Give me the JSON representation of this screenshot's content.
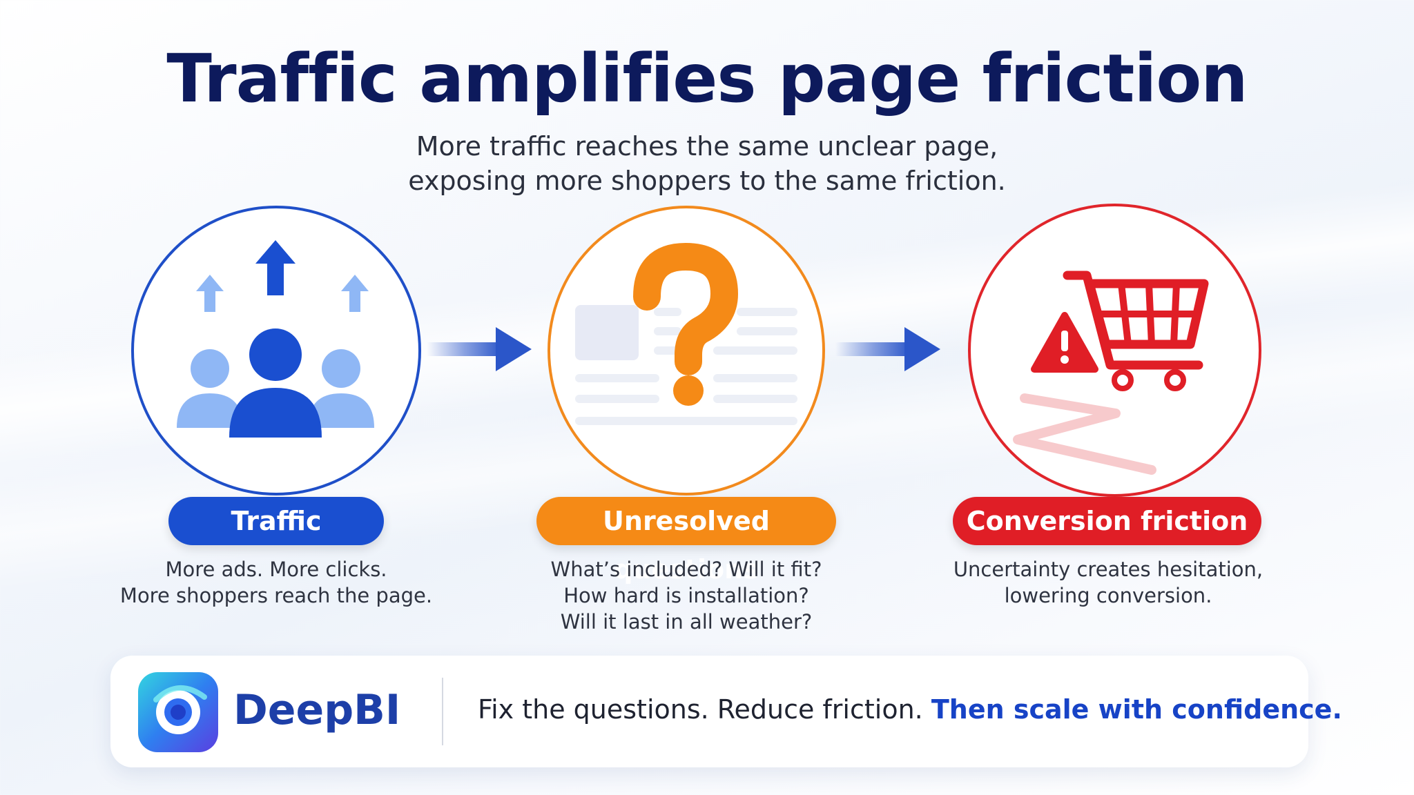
{
  "title": "Traffic amplifies page friction",
  "subtitle": {
    "line1": "More traffic reaches the same unclear page,",
    "line2": "exposing more shoppers to the same friction."
  },
  "steps": [
    {
      "label": "Traffic",
      "color": "#1a4fd0",
      "icon": "people-with-up-arrows-icon",
      "lines": [
        "More ads. More clicks.",
        "More shoppers reach the page."
      ]
    },
    {
      "label": "Unresolved questions",
      "color": "#f58a16",
      "icon": "question-mark-page-icon",
      "lines": [
        "What’s included? Will it fit?",
        "How hard is installation?",
        "Will it last in all weather?"
      ]
    },
    {
      "label": "Conversion friction",
      "color": "#e01e26",
      "icon": "warning-cart-icon",
      "lines": [
        "Uncertainty creates hesitation,",
        "lowering conversion."
      ]
    }
  ],
  "footer": {
    "brand": "DeepBI",
    "tagline_plain": "Fix the questions. Reduce friction.",
    "tagline_emphasis": "Then scale with confidence."
  }
}
